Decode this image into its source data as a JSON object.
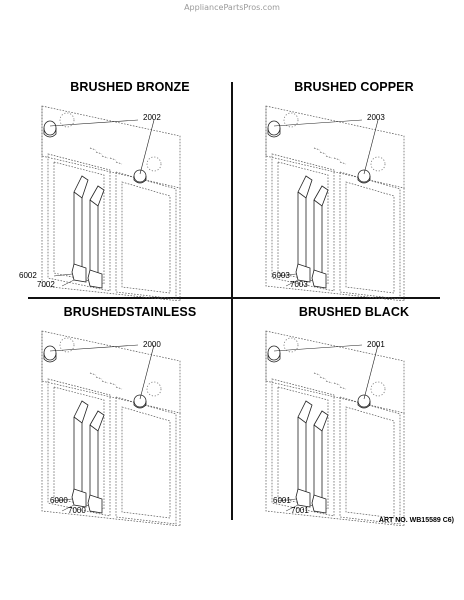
{
  "watermark": "AppliancePartsPros.com",
  "panels": [
    {
      "title": "BRUSHED BRONZE",
      "knob_part": "2002",
      "handle_part": "6002",
      "handle_end_part": "7002"
    },
    {
      "title": "BRUSHED COPPER",
      "knob_part": "2003",
      "handle_part": "6003",
      "handle_end_part": "7003"
    },
    {
      "title": "BRUSHEDSTAINLESS",
      "knob_part": "2000",
      "handle_part": "6000",
      "handle_end_part": "7000"
    },
    {
      "title": "BRUSHED BLACK",
      "knob_part": "2001",
      "handle_part": "6001",
      "handle_end_part": "7001"
    }
  ],
  "art_number": "ART NO. WB15589 C6)"
}
